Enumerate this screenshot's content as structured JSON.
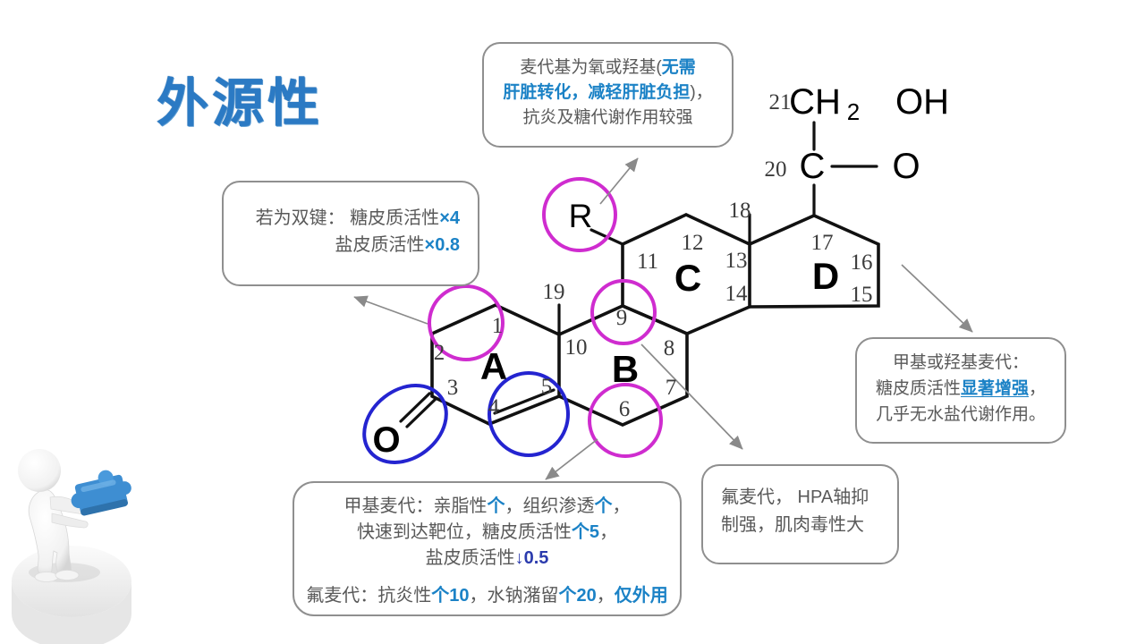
{
  "slide": {
    "title": "外源性"
  },
  "colors": {
    "title_blue": "#2b7ac4",
    "accent_blue": "#1b82c6",
    "deep_blue": "#2b3bad",
    "magenta_circle": "#cf2ccf",
    "blue_circle": "#2424d0",
    "text_gray": "#595959"
  },
  "callout_top": {
    "l1a": "麦代基为氧或羟基(",
    "l1b": "无需",
    "l2a": "肝脏转化，减轻肝脏负担",
    "l2b": ")，",
    "l3": "抗炎及糖代谢作用较强"
  },
  "callout_double_bond": {
    "l1a": "若为双键： 糖皮质活性",
    "l1b": "×4",
    "l2a": "盐皮质活性",
    "l2b": "×0.8"
  },
  "callout_methyl_hydroxy": {
    "l1": "甲基或羟基麦代：",
    "l2a": "糖皮质活性",
    "l2b": "显著增强",
    "l2c": "，",
    "l3": "几乎无水盐代谢作用。"
  },
  "callout_methyl_fluoro": {
    "l1a": "甲基麦代：亲脂性",
    "l1b": "个",
    "l1c": "，组织渗透",
    "l1d": "个",
    "l1e": "，",
    "l2a": "快速到达靶位，糖皮质活性",
    "l2b": "个5",
    "l2c": "，",
    "l3a": "盐皮质活性",
    "l3b": "↓0.5",
    "l4a": "氟麦代：抗炎性",
    "l4b": "个10",
    "l4c": "，水钠潴留",
    "l4d": "个20",
    "l4e": "，",
    "l4f": "仅外用"
  },
  "callout_fluoro_hpa": {
    "l1": "氟麦代， HPA轴抑",
    "l2": "制强，肌肉毒性大"
  },
  "structure": {
    "rings": {
      "a": "A",
      "b": "B",
      "c": "C",
      "d": "D"
    },
    "substituent": "R",
    "groups": {
      "c21_main": "CH",
      "c21_sub": "2",
      "c21_oh": "OH",
      "c20_c": "C",
      "c20_o": "O",
      "c3_o": "O"
    },
    "positions": {
      "n1": "1",
      "n2": "2",
      "n3": "3",
      "n4": "4",
      "n5": "5",
      "n6": "6",
      "n7": "7",
      "n8": "8",
      "n9": "9",
      "n10": "10",
      "n11": "11",
      "n12": "12",
      "n13": "13",
      "n14": "14",
      "n15": "15",
      "n16": "16",
      "n17": "17",
      "n18": "18",
      "n19": "19",
      "n20": "20",
      "n21": "21"
    }
  }
}
